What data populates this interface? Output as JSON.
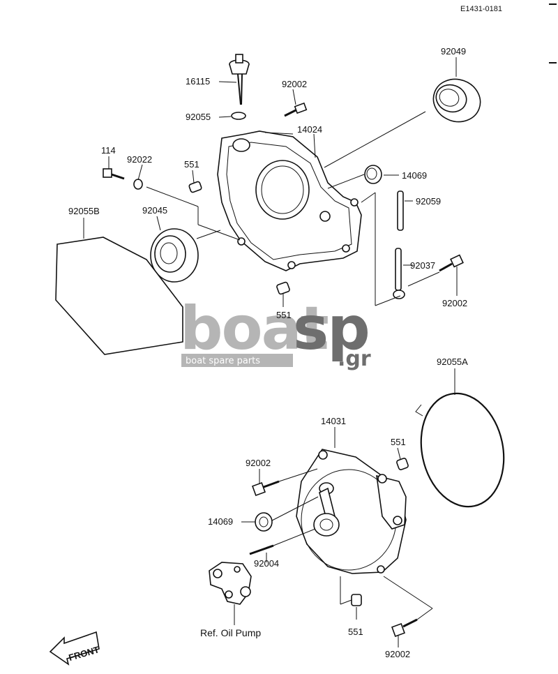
{
  "diagram_code": "E1431-0181",
  "parts": {
    "p16115": "16115",
    "p92002_top": "92002",
    "p92055": "92055",
    "p14024": "14024",
    "p92049": "92049",
    "p114": "114",
    "p92022": "92022",
    "p551_top": "551",
    "p14069_top": "14069",
    "p92059": "92059",
    "p92055B": "92055B",
    "p92045": "92045",
    "p92037": "92037",
    "p92002_right": "92002",
    "p551_mid": "551",
    "p92055A": "92055A",
    "p14031": "14031",
    "p551_low": "551",
    "p92002_left": "92002",
    "p14069_low": "14069",
    "p92004": "92004",
    "p551_bottom": "551",
    "p92002_bottom": "92002"
  },
  "ref_label": "Ref. Oil Pump",
  "front_label": "FRONT",
  "watermark": {
    "brand_main": "boat",
    "brand_accent": "sp",
    "domain_suffix": ".gr",
    "tagline": "boat spare parts",
    "color_main": "#b5b5b5",
    "color_accent": "#6e6e6e"
  }
}
